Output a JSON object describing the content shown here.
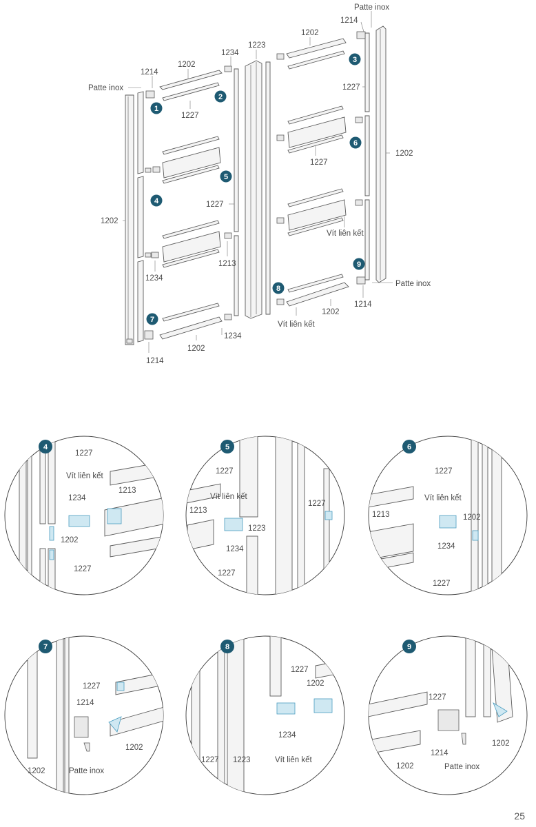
{
  "page_number": "25",
  "overview": {
    "labels": {
      "patte_left": "Patte inox",
      "l1214_top": "1214",
      "l1202_top": "1202",
      "l1234_top": "1234",
      "l1227_a": "1227",
      "l1202_left": "1202",
      "l1227_b": "1227",
      "l1213": "1213",
      "l1234_b": "1234",
      "l1234_c": "1234",
      "l1202_bottom": "1202",
      "l1214_bottom": "1214",
      "l1223": "1223",
      "patte_topright": "Patte inox",
      "l1214_tr": "1214",
      "l1202_tr": "1202",
      "l1227_r1": "1227",
      "l1227_r2": "1227",
      "l1202_right": "1202",
      "vit_right": "Vít liên kết",
      "patte_right": "Patte inox",
      "l1214_r": "1214",
      "l1202_r_bottom": "1202",
      "vit_bottom": "Vít liên kết"
    },
    "steps": [
      "1",
      "2",
      "3",
      "4",
      "5",
      "6",
      "7",
      "8",
      "9"
    ]
  },
  "details": [
    {
      "step": "4",
      "labels": [
        "1227",
        "Vít liên kết",
        "1234",
        "1213",
        "1202",
        "1227"
      ]
    },
    {
      "step": "5",
      "labels": [
        "1227",
        "Vít liên kết",
        "1213",
        "1223",
        "1234",
        "1227",
        "1227"
      ]
    },
    {
      "step": "6",
      "labels": [
        "1227",
        "Vít liên kết",
        "1213",
        "1202",
        "1234",
        "1227"
      ]
    },
    {
      "step": "7",
      "labels": [
        "1227",
        "1214",
        "1202",
        "Patte inox",
        "1202"
      ]
    },
    {
      "step": "8",
      "labels": [
        "1227",
        "1202",
        "1234",
        "Vít liên kết",
        "1227",
        "1223"
      ]
    },
    {
      "step": "9",
      "labels": [
        "1227",
        "1214",
        "1202",
        "Patte inox",
        "1202"
      ]
    }
  ],
  "colors": {
    "badge": "#1e5a72",
    "accent": "#4a9cbf"
  }
}
